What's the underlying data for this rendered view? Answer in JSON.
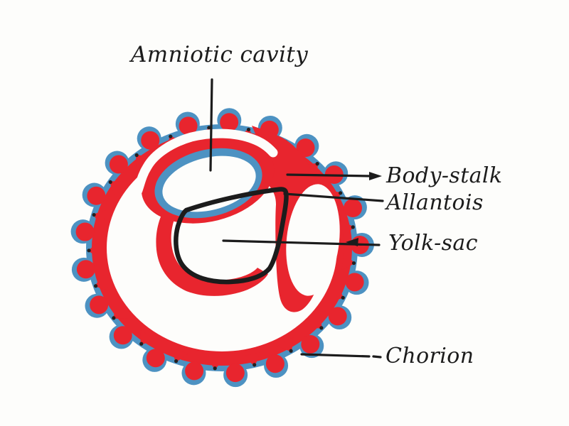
{
  "figure": {
    "labels": {
      "amniotic_cavity": "Amniotic cavity",
      "body_stalk": "Body-stalk",
      "allantois": "Allantois",
      "yolk_sac": "Yolk-sac",
      "chorion": "Chorion"
    },
    "colors": {
      "red": "#e8252e",
      "blue": "#4d92c2",
      "ink": "#1c1c1c",
      "paper": "#fdfdfb"
    }
  }
}
